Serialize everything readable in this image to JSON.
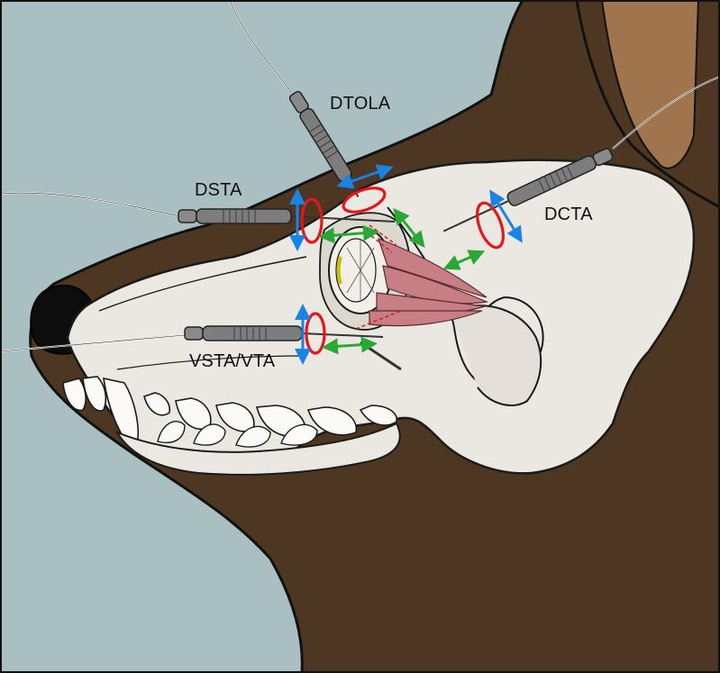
{
  "labels": {
    "dtola": "DTOLA",
    "dsta": "DSTA",
    "dcta": "DCTA",
    "vsta_vta": "VSTA/VTA"
  },
  "colors": {
    "background": "#a9bfc2",
    "fur": "#4d3722",
    "ear_inner": "#a0754e",
    "skull": "#ebe8e2",
    "skull_line": "#1a1a1a",
    "nose": "#0d0d0d",
    "needle": "#7d7d7d",
    "wire": "#f4f4f4",
    "muscle": "#c77f85",
    "rotation_arrow": "#e3161b",
    "translation_arrow_blue": "#1a84e6",
    "translation_arrow_green": "#2aa836"
  },
  "icons": {
    "rotation": "ellipse-arrow-icon",
    "translation_blue": "double-arrow-icon",
    "translation_green": "double-arrow-icon"
  }
}
